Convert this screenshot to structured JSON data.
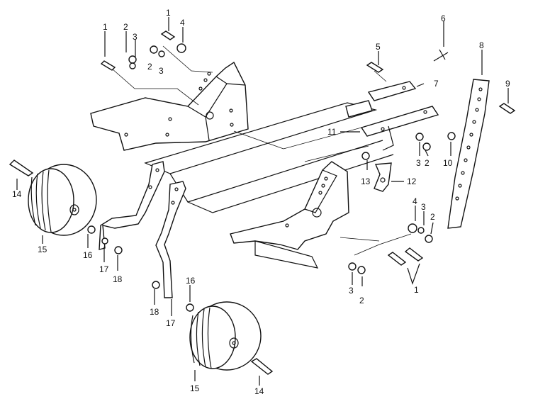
{
  "callouts": [
    {
      "id": "c1a",
      "text": "1"
    },
    {
      "id": "c1b",
      "text": "1"
    },
    {
      "id": "c1c",
      "text": "1"
    },
    {
      "id": "c2a",
      "text": "2"
    },
    {
      "id": "c2b",
      "text": "2"
    },
    {
      "id": "c2c",
      "text": "2"
    },
    {
      "id": "c2d",
      "text": "2"
    },
    {
      "id": "c2e",
      "text": "2"
    },
    {
      "id": "c3a",
      "text": "3"
    },
    {
      "id": "c3b",
      "text": "3"
    },
    {
      "id": "c3c",
      "text": "3"
    },
    {
      "id": "c3d",
      "text": "3"
    },
    {
      "id": "c3e",
      "text": "3"
    },
    {
      "id": "c4a",
      "text": "4"
    },
    {
      "id": "c4b",
      "text": "4"
    },
    {
      "id": "c5",
      "text": "5"
    },
    {
      "id": "c6",
      "text": "6"
    },
    {
      "id": "c7",
      "text": "7"
    },
    {
      "id": "c8",
      "text": "8"
    },
    {
      "id": "c9",
      "text": "9"
    },
    {
      "id": "c10",
      "text": "10"
    },
    {
      "id": "c11",
      "text": "11"
    },
    {
      "id": "c12",
      "text": "12"
    },
    {
      "id": "c13",
      "text": "13"
    },
    {
      "id": "c14a",
      "text": "14"
    },
    {
      "id": "c14b",
      "text": "14"
    },
    {
      "id": "c15a",
      "text": "15"
    },
    {
      "id": "c15b",
      "text": "15"
    },
    {
      "id": "c16a",
      "text": "16"
    },
    {
      "id": "c16b",
      "text": "16"
    },
    {
      "id": "c17a",
      "text": "17"
    },
    {
      "id": "c17b",
      "text": "17"
    },
    {
      "id": "c18a",
      "text": "18"
    },
    {
      "id": "c18b",
      "text": "18"
    }
  ]
}
